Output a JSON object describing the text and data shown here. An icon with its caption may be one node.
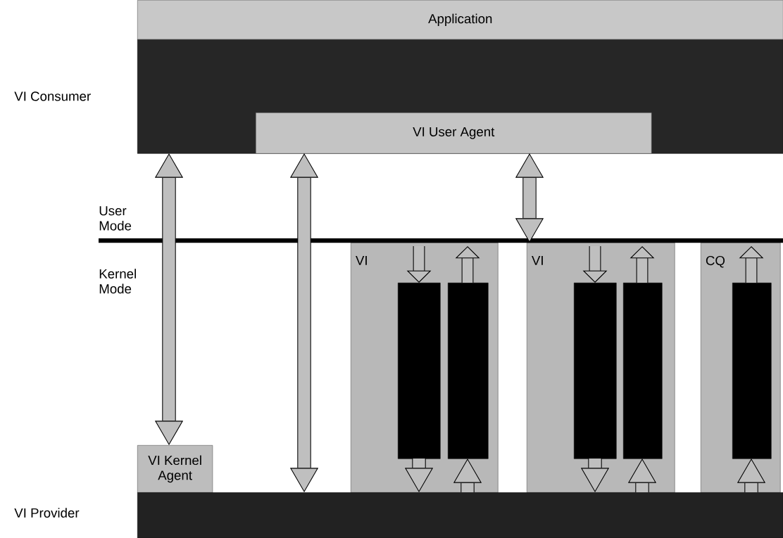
{
  "diagram": {
    "nodes": [
      {
        "text": [
          "Application"
        ]
      },
      {
        "text": [],
        "shape": "bar"
      },
      {
        "text": [
          "VI User Agent"
        ],
        "in": 1
      },
      {
        "text": [
          "VI Kernel Agent"
        ]
      },
      {
        "text": [
          "VI"
        ]
      },
      {
        "text": [],
        "shape": "bar",
        "in": 4
      },
      {
        "text": [],
        "shape": "bar",
        "in": 4
      },
      {
        "text": [
          "VI"
        ]
      },
      {
        "text": [],
        "shape": "bar",
        "in": 7
      },
      {
        "text": [],
        "shape": "bar",
        "in": 7
      },
      {
        "text": [
          "CQ"
        ]
      },
      {
        "text": [],
        "shape": "bar",
        "in": 10
      },
      {
        "text": [],
        "shape": "bar"
      }
    ],
    "edges": [
      {
        "from": 1,
        "to": 3,
        "arrow": "both"
      },
      {
        "from": 1,
        "to": 12,
        "arrow": "both"
      },
      {
        "from": 2,
        "to": 7,
        "arrow": "both"
      },
      {
        "from": null,
        "to": 5,
        "arrow": "to"
      },
      {
        "from": 6,
        "to": null,
        "arrow": "to"
      },
      {
        "from": 5,
        "to": 12,
        "arrow": "to"
      },
      {
        "from": 12,
        "to": 6,
        "arrow": "to"
      },
      {
        "from": null,
        "to": 8,
        "arrow": "to"
      },
      {
        "from": 9,
        "to": null,
        "arrow": "to"
      },
      {
        "from": 8,
        "to": 12,
        "arrow": "to"
      },
      {
        "from": 12,
        "to": 9,
        "arrow": "to"
      },
      {
        "from": 11,
        "to": null,
        "arrow": "to"
      },
      {
        "from": 12,
        "to": 11,
        "arrow": "to"
      }
    ],
    "labels": [
      "VI Consumer",
      "User Mode",
      "Kernel Mode",
      "VI Provider"
    ]
  }
}
